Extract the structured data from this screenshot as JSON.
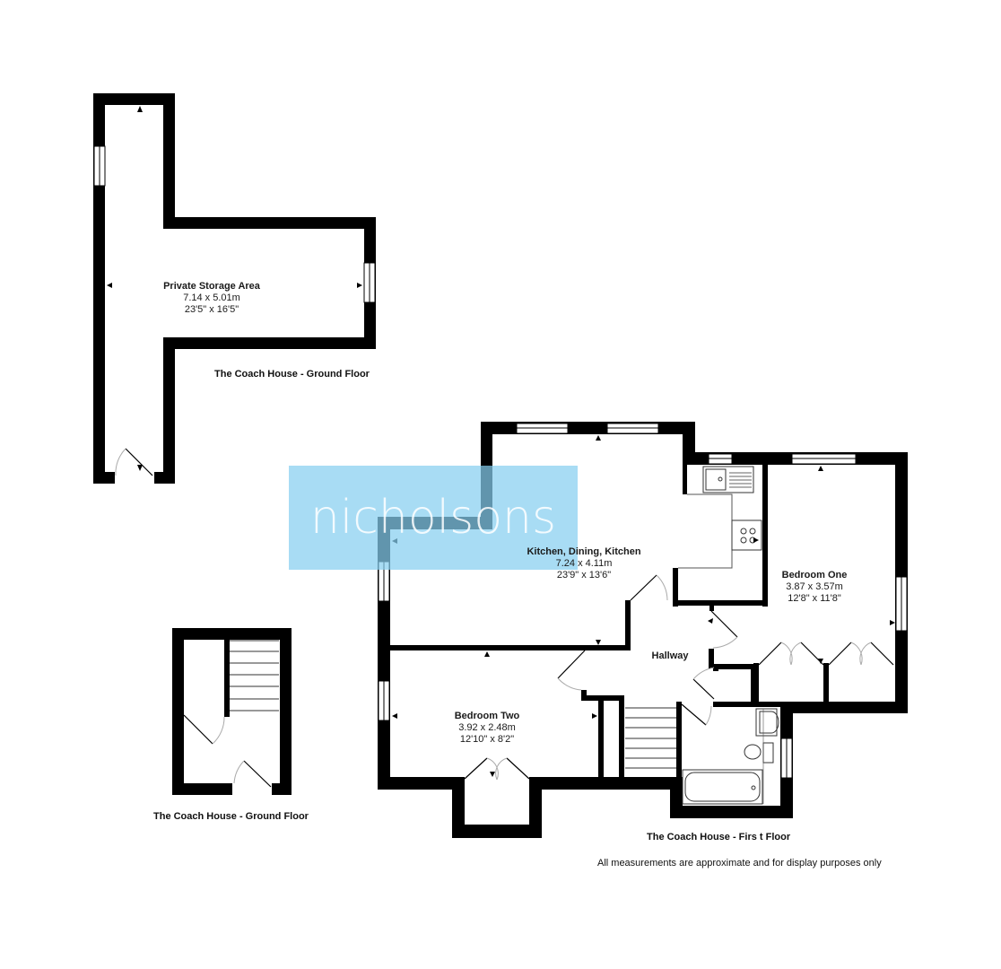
{
  "floors": {
    "ground_floor_storage": {
      "caption": "The Coach House - Ground Floor",
      "rooms": [
        {
          "name": "Private Storage Area",
          "metric": "7.14 x 5.01m",
          "imperial": "23'5\" x 16'5\""
        }
      ]
    },
    "ground_floor_entrance": {
      "caption": "The Coach House - Ground Floor"
    },
    "first_floor": {
      "caption": "The Coach House - Firs t Floor",
      "rooms": [
        {
          "name": "Kitchen, Dining, Kitchen",
          "metric": "7.24 x 4.11m",
          "imperial": "23'9\" x 13'6\""
        },
        {
          "name": "Bedroom One",
          "metric": "3.87 x 3.57m",
          "imperial": "12'8\" x 11'8\""
        },
        {
          "name": "Bedroom Two",
          "metric": "3.92 x 2.48m",
          "imperial": "12'10\" x 8'2\""
        },
        {
          "name": "Hallway"
        }
      ]
    }
  },
  "watermark": {
    "text": "nicholsons",
    "color": "#87cef0"
  },
  "disclaimer": "All measurements are approximate and for display purposes only",
  "colors": {
    "wall": "#000000",
    "background": "#ffffff",
    "door_arc": "#aaaaaa"
  }
}
